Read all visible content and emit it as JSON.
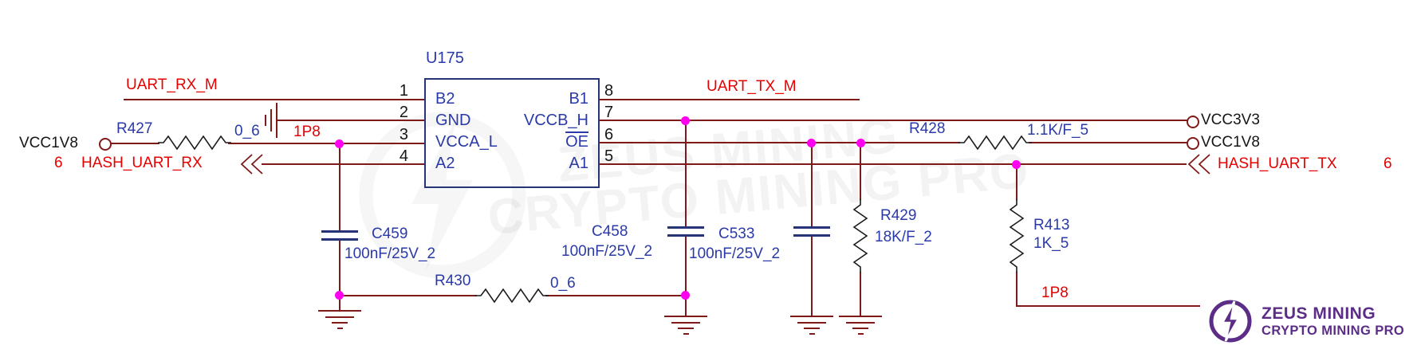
{
  "chip": {
    "refdes": "U175",
    "pins": {
      "p1": {
        "num": "1",
        "name": "B2"
      },
      "p2": {
        "num": "2",
        "name": "GND"
      },
      "p3": {
        "num": "3",
        "name": "VCCA_L"
      },
      "p4": {
        "num": "4",
        "name": "A2"
      },
      "p5": {
        "num": "5",
        "name": "A1"
      },
      "p6": {
        "num": "6",
        "name": "OE"
      },
      "p7": {
        "num": "7",
        "name": "VCCB_H"
      },
      "p8": {
        "num": "8",
        "name": "B1"
      }
    }
  },
  "nets": {
    "uart_rx_m": "UART_RX_M",
    "uart_tx_m": "UART_TX_M",
    "p1v8_left": "1P8",
    "p1v8_right": "1P8",
    "hash_uart_rx": "HASH_UART_RX",
    "hash_uart_rx_sheet": "6",
    "hash_uart_tx": "HASH_UART_TX",
    "hash_uart_tx_sheet": "6"
  },
  "power": {
    "vcc1v8_left": "VCC1V8",
    "vcc3v3_right": "VCC3V3",
    "vcc1v8_right": "VCC1V8"
  },
  "components": {
    "r427": {
      "refdes": "R427",
      "value": "0_6"
    },
    "r428": {
      "refdes": "R428",
      "value": "1.1K/F_5"
    },
    "r429": {
      "refdes": "R429",
      "value": "18K/F_2"
    },
    "r430": {
      "refdes": "R430",
      "value": "0_6"
    },
    "r413": {
      "refdes": "R413",
      "value": "1K_5"
    },
    "c459": {
      "refdes": "C459",
      "value": "100nF/25V_2"
    },
    "c458": {
      "refdes": "C458",
      "value": "100nF/25V_2"
    },
    "c533": {
      "refdes": "C533",
      "value": "100nF/25V_2"
    }
  },
  "watermark": {
    "line1": "ZEUS MINING",
    "line2": "CRYPTO MINING PRO"
  },
  "logo": {
    "name": "ZEUS MINING",
    "tagline": "CRYPTO MINING PRO"
  },
  "colors": {
    "wire": "#7f1a1a",
    "component_text": "#2a3aa8",
    "net_label": "#e60000",
    "junction": "#ff00f0",
    "logo_purple": "#5c2d87"
  }
}
